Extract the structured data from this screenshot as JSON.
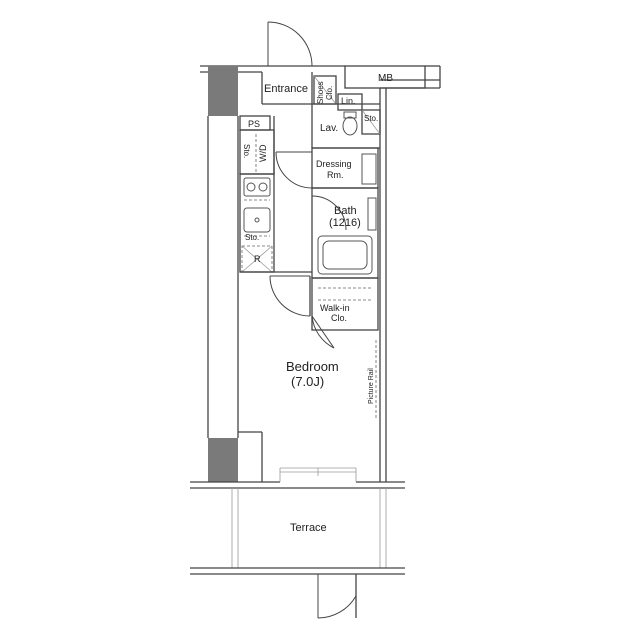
{
  "rooms": {
    "entrance": "Entrance",
    "shoes": "Shoes\nClo.",
    "shoes_line1": "Shoes",
    "shoes_line2": "Clo.",
    "mb": "MB",
    "lin": "Lin.",
    "lav": "Lav.",
    "sto_lav": "Sto.",
    "ps": "PS",
    "sto_wd": "Sto.",
    "wd": "W/D",
    "dressing_line1": "Dressing",
    "dressing_line2": "Rm.",
    "bath_line1": "Bath",
    "bath_line2": "(1216)",
    "sto_kitchen": "Sto.",
    "r": "R",
    "walkin_line1": "Walk-in",
    "walkin_line2": "Clo.",
    "bedroom_line1": "Bedroom",
    "bedroom_line2": "(7.0J)",
    "picture_rail": "Picture Rail",
    "terrace": "Terrace"
  }
}
